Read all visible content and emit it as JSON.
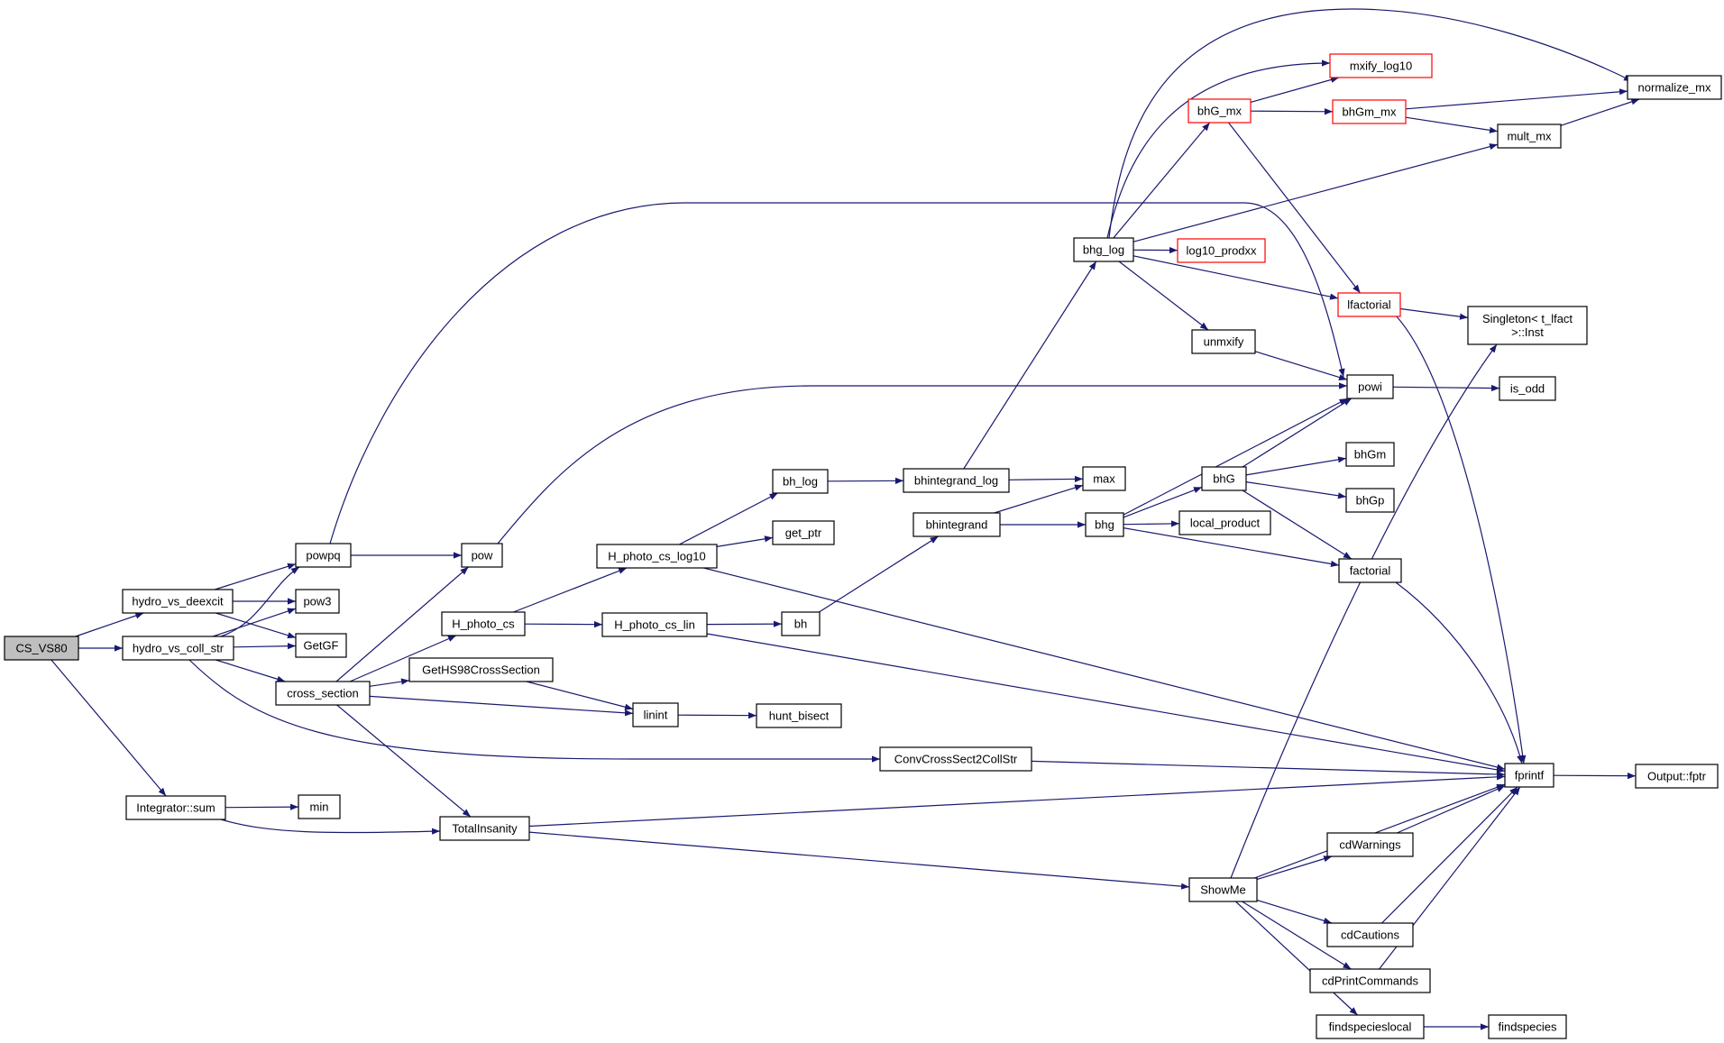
{
  "graph": {
    "edge_color": "#191970",
    "truncated_border_color": "#ff0000",
    "root_fill": "#bfbfbf",
    "nodes": [
      {
        "id": "cs_vs80",
        "label": "CS_VS80",
        "root": true
      },
      {
        "id": "hydro_vs_deexcit",
        "label": "hydro_vs_deexcit"
      },
      {
        "id": "hydro_vs_coll_str",
        "label": "hydro_vs_coll_str"
      },
      {
        "id": "integrator_sum",
        "label": "Integrator::sum"
      },
      {
        "id": "powpq",
        "label": "powpq"
      },
      {
        "id": "pow3",
        "label": "pow3"
      },
      {
        "id": "getgf",
        "label": "GetGF"
      },
      {
        "id": "cross_section",
        "label": "cross_section"
      },
      {
        "id": "min",
        "label": "min"
      },
      {
        "id": "pow",
        "label": "pow"
      },
      {
        "id": "h_photo_cs",
        "label": "H_photo_cs"
      },
      {
        "id": "geths98",
        "label": "GetHS98CrossSection"
      },
      {
        "id": "totalinsanity",
        "label": "TotalInsanity"
      },
      {
        "id": "h_photo_cs_log10",
        "label": "H_photo_cs_log10"
      },
      {
        "id": "h_photo_cs_lin",
        "label": "H_photo_cs_lin"
      },
      {
        "id": "linint",
        "label": "linint"
      },
      {
        "id": "convcross",
        "label": "ConvCrossSect2CollStr"
      },
      {
        "id": "bh_log",
        "label": "bh_log"
      },
      {
        "id": "get_ptr",
        "label": "get_ptr"
      },
      {
        "id": "bh",
        "label": "bh"
      },
      {
        "id": "hunt_bisect",
        "label": "hunt_bisect"
      },
      {
        "id": "bhintegrand_log",
        "label": "bhintegrand_log"
      },
      {
        "id": "bhintegrand",
        "label": "bhintegrand"
      },
      {
        "id": "bhg_log",
        "label": "bhg_log"
      },
      {
        "id": "max",
        "label": "max"
      },
      {
        "id": "bhg",
        "label": "bhg"
      },
      {
        "id": "bhg_mx",
        "label": "bhG_mx",
        "truncated": true
      },
      {
        "id": "log10_prodxx",
        "label": "log10_prodxx",
        "truncated": true
      },
      {
        "id": "unmxify",
        "label": "unmxify"
      },
      {
        "id": "bhG",
        "label": "bhG"
      },
      {
        "id": "local_product",
        "label": "local_product"
      },
      {
        "id": "showme",
        "label": "ShowMe"
      },
      {
        "id": "mxify_log10",
        "label": "mxify_log10",
        "truncated": true
      },
      {
        "id": "bhgm_mx",
        "label": "bhGm_mx",
        "truncated": true
      },
      {
        "id": "lfactorial",
        "label": "lfactorial",
        "truncated": true
      },
      {
        "id": "powi",
        "label": "powi"
      },
      {
        "id": "bhgm",
        "label": "bhGm"
      },
      {
        "id": "bhgp",
        "label": "bhGp"
      },
      {
        "id": "factorial",
        "label": "factorial"
      },
      {
        "id": "cdwarnings",
        "label": "cdWarnings"
      },
      {
        "id": "cdcautions",
        "label": "cdCautions"
      },
      {
        "id": "cdprintcommands",
        "label": "cdPrintCommands"
      },
      {
        "id": "findspecieslocal",
        "label": "findspecieslocal"
      },
      {
        "id": "mult_mx",
        "label": "mult_mx"
      },
      {
        "id": "singleton",
        "label": "Singleton< t_lfact >::Inst",
        "lines": [
          "Singleton< t_lfact",
          ">::Inst"
        ]
      },
      {
        "id": "is_odd",
        "label": "is_odd"
      },
      {
        "id": "fprintf",
        "label": "fprintf"
      },
      {
        "id": "findspecies",
        "label": "findspecies"
      },
      {
        "id": "normalize_mx",
        "label": "normalize_mx"
      },
      {
        "id": "output_fptr",
        "label": "Output::fptr"
      }
    ],
    "edges": [
      [
        "cs_vs80",
        "hydro_vs_deexcit"
      ],
      [
        "cs_vs80",
        "hydro_vs_coll_str"
      ],
      [
        "cs_vs80",
        "integrator_sum"
      ],
      [
        "hydro_vs_deexcit",
        "powpq"
      ],
      [
        "hydro_vs_deexcit",
        "pow3"
      ],
      [
        "hydro_vs_deexcit",
        "getgf"
      ],
      [
        "hydro_vs_coll_str",
        "powpq"
      ],
      [
        "hydro_vs_coll_str",
        "pow3"
      ],
      [
        "hydro_vs_coll_str",
        "getgf"
      ],
      [
        "hydro_vs_coll_str",
        "cross_section"
      ],
      [
        "hydro_vs_coll_str",
        "convcross"
      ],
      [
        "integrator_sum",
        "min"
      ],
      [
        "integrator_sum",
        "totalinsanity"
      ],
      [
        "powpq",
        "pow"
      ],
      [
        "powpq",
        "powi"
      ],
      [
        "pow",
        "powi"
      ],
      [
        "cross_section",
        "pow"
      ],
      [
        "cross_section",
        "h_photo_cs"
      ],
      [
        "cross_section",
        "geths98"
      ],
      [
        "cross_section",
        "linint"
      ],
      [
        "cross_section",
        "totalinsanity"
      ],
      [
        "h_photo_cs",
        "h_photo_cs_log10"
      ],
      [
        "h_photo_cs",
        "h_photo_cs_lin"
      ],
      [
        "h_photo_cs_log10",
        "bh_log"
      ],
      [
        "h_photo_cs_log10",
        "get_ptr"
      ],
      [
        "h_photo_cs_log10",
        "fprintf"
      ],
      [
        "h_photo_cs_lin",
        "bh"
      ],
      [
        "h_photo_cs_lin",
        "fprintf"
      ],
      [
        "geths98",
        "linint"
      ],
      [
        "linint",
        "hunt_bisect"
      ],
      [
        "convcross",
        "fprintf"
      ],
      [
        "totalinsanity",
        "fprintf"
      ],
      [
        "totalinsanity",
        "showme"
      ],
      [
        "bh_log",
        "bhintegrand_log"
      ],
      [
        "bh",
        "bhintegrand"
      ],
      [
        "bhintegrand_log",
        "bhg_log"
      ],
      [
        "bhintegrand_log",
        "max"
      ],
      [
        "bhintegrand",
        "max"
      ],
      [
        "bhintegrand",
        "bhg"
      ],
      [
        "bhg_log",
        "normalize_mx"
      ],
      [
        "bhg_log",
        "mxify_log10"
      ],
      [
        "bhg_log",
        "bhg_mx"
      ],
      [
        "bhg_log",
        "mult_mx"
      ],
      [
        "bhg_log",
        "log10_prodxx"
      ],
      [
        "bhg_log",
        "lfactorial"
      ],
      [
        "bhg_log",
        "unmxify"
      ],
      [
        "bhg_mx",
        "mxify_log10"
      ],
      [
        "bhg_mx",
        "bhgm_mx"
      ],
      [
        "bhg_mx",
        "lfactorial"
      ],
      [
        "bhgm_mx",
        "normalize_mx"
      ],
      [
        "bhgm_mx",
        "mult_mx"
      ],
      [
        "mult_mx",
        "normalize_mx"
      ],
      [
        "unmxify",
        "powi"
      ],
      [
        "lfactorial",
        "singleton"
      ],
      [
        "lfactorial",
        "fprintf"
      ],
      [
        "bhg",
        "powi"
      ],
      [
        "bhg",
        "bhG"
      ],
      [
        "bhg",
        "local_product"
      ],
      [
        "bhg",
        "factorial"
      ],
      [
        "bhG",
        "powi"
      ],
      [
        "bhG",
        "bhgm"
      ],
      [
        "bhG",
        "bhgp"
      ],
      [
        "bhG",
        "factorial"
      ],
      [
        "powi",
        "is_odd"
      ],
      [
        "factorial",
        "fprintf"
      ],
      [
        "showme",
        "singleton"
      ],
      [
        "showme",
        "fprintf"
      ],
      [
        "showme",
        "cdwarnings"
      ],
      [
        "showme",
        "cdcautions"
      ],
      [
        "showme",
        "cdprintcommands"
      ],
      [
        "showme",
        "findspecieslocal"
      ],
      [
        "cdwarnings",
        "fprintf"
      ],
      [
        "cdcautions",
        "fprintf"
      ],
      [
        "cdprintcommands",
        "fprintf"
      ],
      [
        "findspecieslocal",
        "findspecies"
      ],
      [
        "fprintf",
        "output_fptr"
      ]
    ]
  }
}
